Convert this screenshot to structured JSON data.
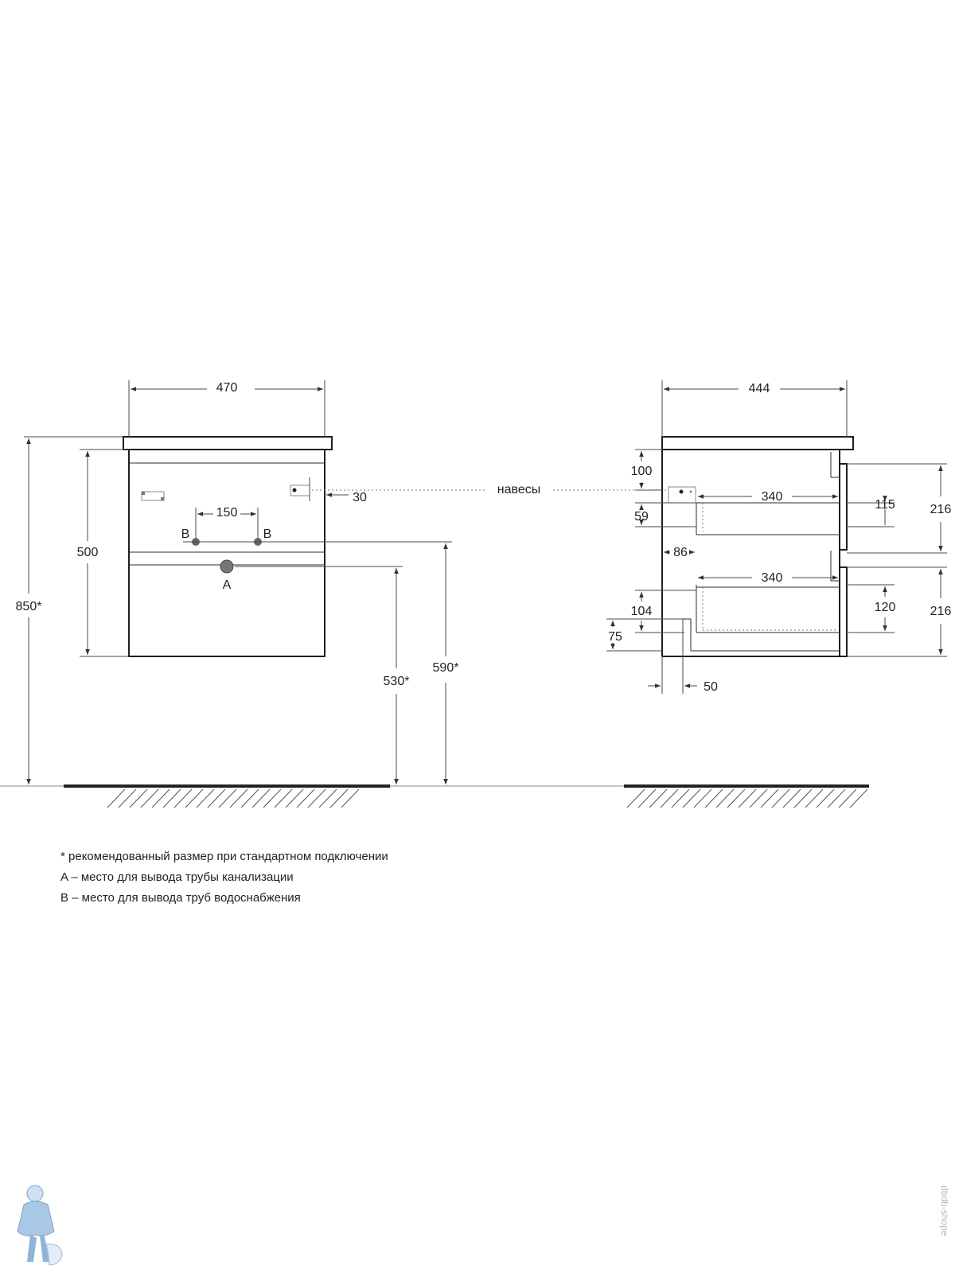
{
  "front_view": {
    "width_label": "470",
    "cabinet_height_label": "500",
    "total_height_label": "850*",
    "supply_spacing_label": "150",
    "hinge_offset_label": "30",
    "supply_b_left": "B",
    "supply_b_right": "B",
    "drain_label": "A",
    "drain_height_label": "530*",
    "supply_height_label": "590*"
  },
  "hinge_callout": "навесы",
  "side_view": {
    "depth_label": "444",
    "top_offset_label": "100",
    "upper_drawer_depth_label": "340",
    "upper_drawer_gap_label": "59",
    "upper_drawer_inner_label": "115",
    "upper_drawer_height_label": "216",
    "back_offset_label": "86",
    "lower_drawer_depth_label": "340",
    "lower_drawer_gap_label": "104",
    "lower_drawer_inner_label": "120",
    "lower_drawer_height_label": "216",
    "plinth_height_label": "75",
    "plinth_depth_label": "50"
  },
  "notes": {
    "line1": "* рекомендованный размер при стандартном подключении",
    "line2": "A – место для вывода трубы канализации",
    "line3": "B – место для вывода труб водоснабжения"
  },
  "watermark": "dbdb-shope"
}
